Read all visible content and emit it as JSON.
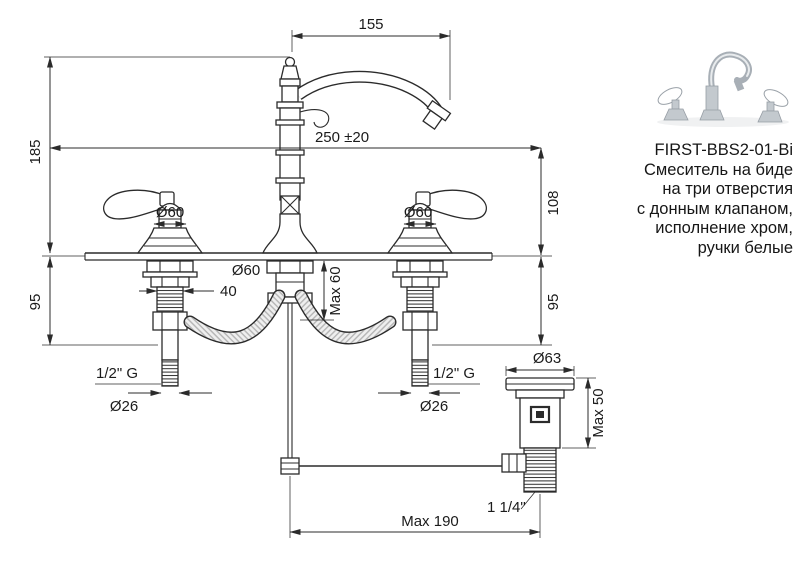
{
  "product": {
    "code": "FIRST-BBS2-01-Bi",
    "description_lines": [
      "Смеситель на биде",
      "на три отверстия",
      "с донным клапаном,",
      "исполнение хром,",
      "ручки белые"
    ]
  },
  "dimensions": {
    "spout_reach": "155",
    "height_total": "185",
    "spout_height": "250 ±20",
    "spout_to_deck": "108",
    "under_deck_left": "95",
    "under_deck_right": "95",
    "shank_width": "40",
    "deck_max": "Max 60",
    "handle_left_dia": "Ø60",
    "handle_right_dia": "Ø60",
    "body_dia": "Ø60",
    "thread_left": "1/2\" G",
    "thread_right": "1/2\" G",
    "hole_left_dia": "Ø26",
    "hole_right_dia": "Ø26",
    "drain_flange_dia": "Ø63",
    "drain_height_max": "Max 50",
    "drain_thread": "1 1/4\"",
    "span_max": "Max 190"
  },
  "colors": {
    "line": "#2b2b2b",
    "background": "#ffffff",
    "chrome": "#c3c9ce",
    "handle_white": "#ffffff"
  }
}
